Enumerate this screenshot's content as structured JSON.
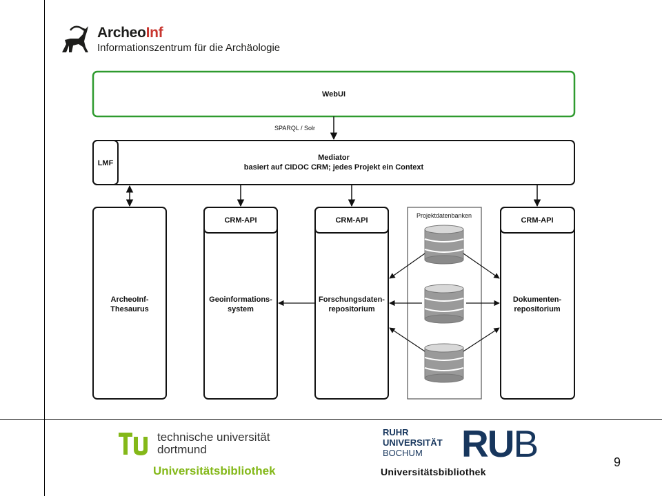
{
  "header": {
    "logo_title_main": "Archeo",
    "logo_title_accent": "Inf",
    "logo_subtitle": "Informationszentrum für die Archäologie"
  },
  "diagram": {
    "webui_label": "WebUI",
    "protocol_label": "SPARQL / Solr",
    "lmf_label": "LMF",
    "mediator_title": "Mediator",
    "mediator_sub": "basiert auf CIDOC CRM; jedes Projekt ein Context",
    "thesaurus_line1": "ArcheoInf-",
    "thesaurus_line2": "Thesaurus",
    "crm_api_label": "CRM-API",
    "geo_line1": "Geoinformations-",
    "geo_line2": "system",
    "forsch_line1": "Forschungsdaten-",
    "forsch_line2": "repositorium",
    "projekt_label": "Projektdatenbanken",
    "dok_line1": "Dokumenten-",
    "dok_line2": "repositorium",
    "colors": {
      "webui_border": "#2e9a2e",
      "box_border": "#111111",
      "db_fill": "#9a9a9a"
    }
  },
  "footer": {
    "tu_line1": "technische universität",
    "tu_line2": "dortmund",
    "tu_library": "Universitätsbibliothek",
    "ruhr_line1": "RUHR",
    "ruhr_line2": "UNIVERSITÄT",
    "ruhr_line3": "BOCHUM",
    "rub_letters": "RU",
    "rub_letter_b": "B",
    "rub_library": "Universitätsbibliothek",
    "page_number": "9"
  }
}
